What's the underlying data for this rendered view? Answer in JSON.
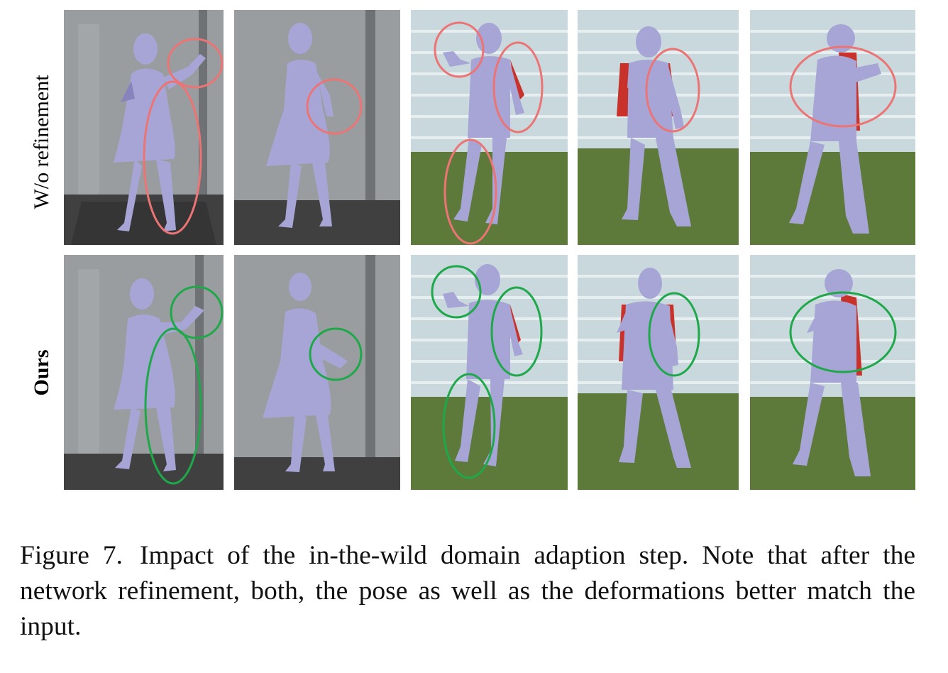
{
  "figure": {
    "rows": [
      {
        "label": "W/o refinement",
        "highlight_color": "#ec7474"
      },
      {
        "label": "Ours",
        "highlight_color": "#1ea84a"
      }
    ],
    "caption_label": "Figure 7.",
    "caption_text": "Impact of the in-the-wild domain adaption step. Note that after the network refinement, both, the pose as well as the deformations better match the input."
  },
  "colors": {
    "mesh": "#a7a5d6",
    "mesh_shade": "#8683bd",
    "studio_wall": "#8e9293",
    "studio_floor": "#3f3f40",
    "outdoor_wall": "#c8d8dc",
    "grass": "#5d7a3b",
    "jacket_red": "#c8322a"
  }
}
